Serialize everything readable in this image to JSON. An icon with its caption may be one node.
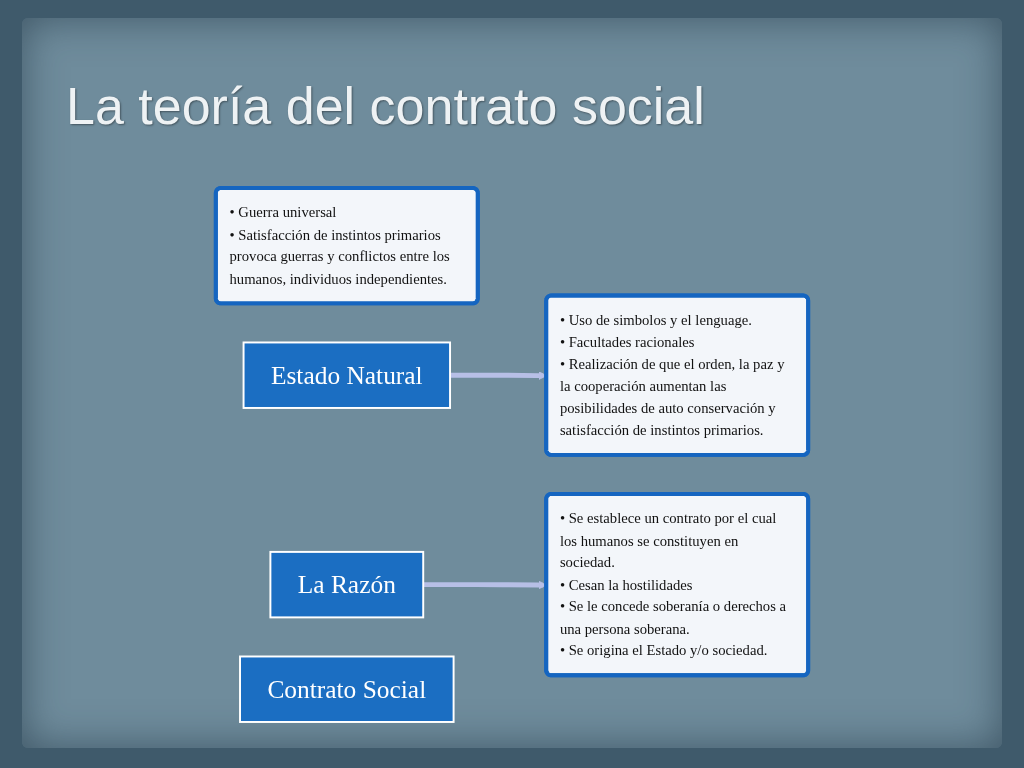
{
  "diagram": {
    "title": "La teoría del contrato social",
    "nodes": [
      {
        "text": [
          "• Guerra universal",
          "• Satisfacción de instintos primarios provoca guerras y conflictos entre los humanos, individuos independientes."
        ]
      },
      {
        "text": [
          "Estado Natural"
        ]
      },
      {
        "text": [
          "La Razón"
        ]
      },
      {
        "text": [
          "• Uso de simbolos y el lenguage.",
          "• Facultades racionales",
          "• Realización de que el orden, la paz y la cooperación aumentan las posibilidades de auto conservación y satisfacción de instintos primarios."
        ]
      },
      {
        "text": [
          "• Se establece un contrato por el cual los humanos se constituyen en sociedad.",
          "• Cesan la hostilidades",
          "• Se le concede soberanía o derechos a una persona soberana.",
          "• Se origina el Estado y/o sociedad."
        ]
      },
      {
        "text": [
          "Contrato Social"
        ]
      }
    ],
    "edges": [
      {
        "from": 1,
        "to": 3,
        "arrow": "to"
      },
      {
        "from": 2,
        "to": 4,
        "arrow": "to"
      }
    ]
  }
}
